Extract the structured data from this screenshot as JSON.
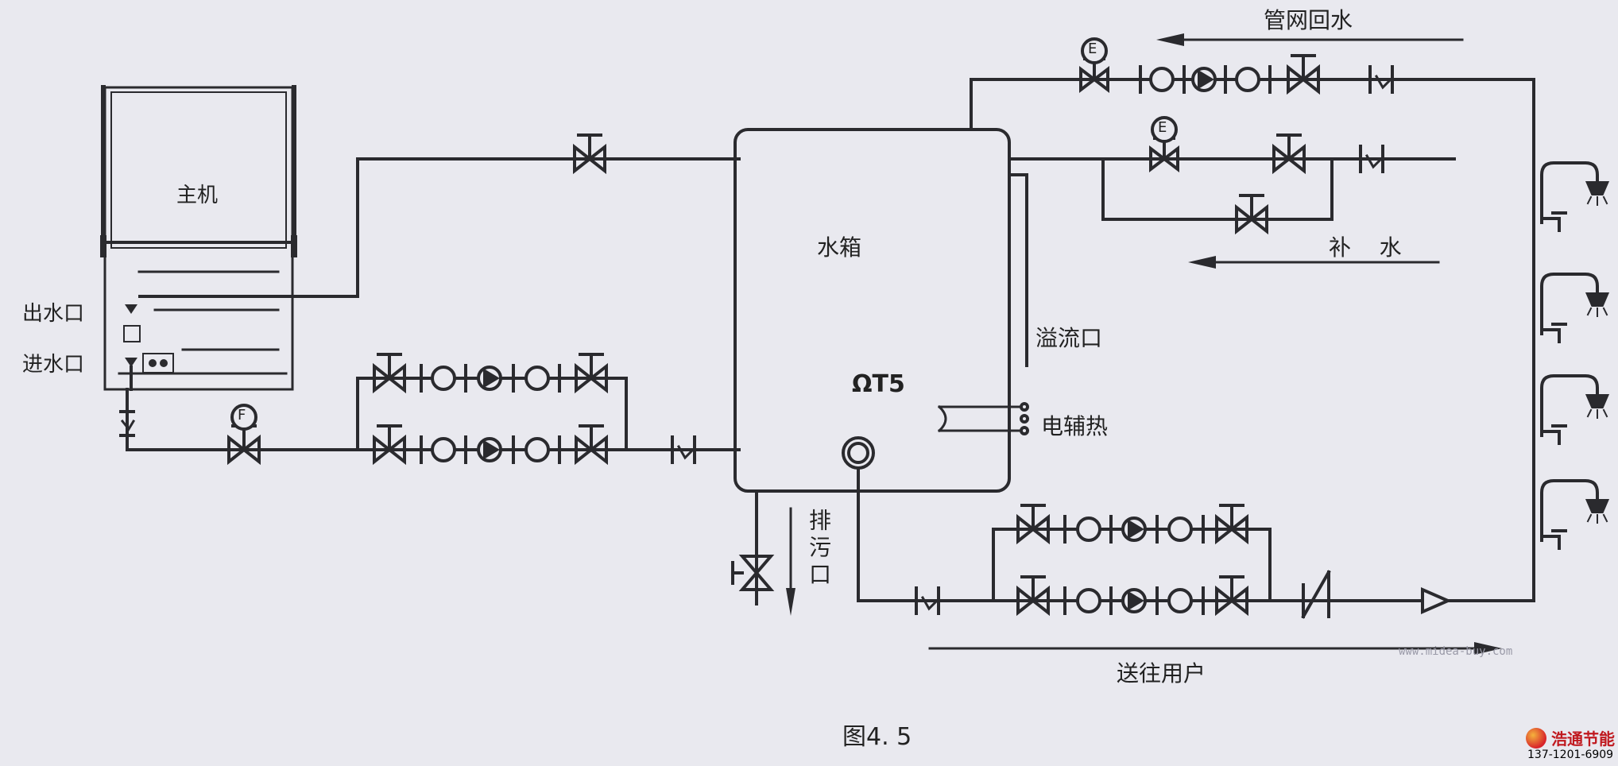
{
  "labels": {
    "host": "主机",
    "outlet": "出水口",
    "inlet": "进水口",
    "tank": "水箱",
    "overflow": "溢流口",
    "tank_tag": "ΩT5",
    "heater": "电辅热",
    "drain": "排污口",
    "return_water": "管网回水",
    "makeup_water": "补    水",
    "to_users": "送往用户",
    "figure": "图4. 5",
    "valve_e": "E",
    "valve_f": "F"
  },
  "watermark": "www.midea-buy.com",
  "brand": {
    "name": "浩通节能",
    "phone": "137-1201-6909"
  },
  "colors": {
    "line": "#2a2a2e",
    "background": "#e9e9ef",
    "brand": "#c0191f"
  }
}
